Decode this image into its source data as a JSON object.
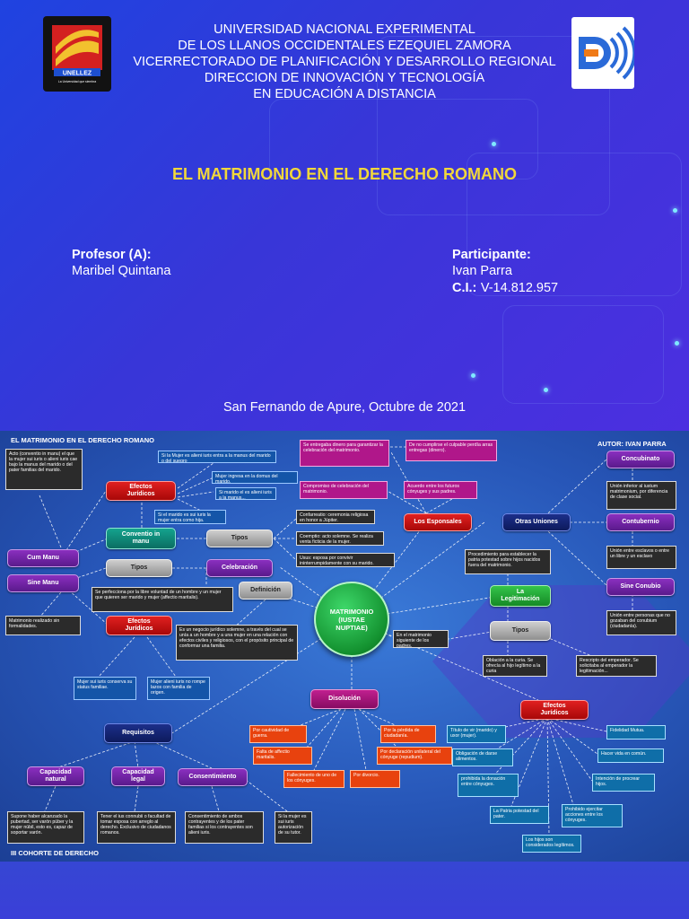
{
  "cover": {
    "header_lines": [
      "UNIVERSIDAD NACIONAL EXPERIMENTAL",
      "DE LOS LLANOS OCCIDENTALES EZEQUIEL ZAMORA",
      "VICERRECTORADO DE PLANIFICACIÓN Y DESARROLLO REGIONAL",
      "DIRECCION DE INNOVACIÓN Y TECNOLOGÍA",
      "EN EDUCACIÓN A DISTANCIA"
    ],
    "logo_left_text": "UNELLEZ",
    "logo_left_subtitle": "La Universidad que siembra",
    "title": "EL MATRIMONIO EN EL DERECHO ROMANO",
    "professor_label": "Profesor (A):",
    "professor_name": "Maribel Quintana",
    "participant_label": "Participante:",
    "participant_name": "Ivan Parra",
    "ci_label": "C.I.:",
    "ci_value": "V-14.812.957",
    "place_date": "San Fernando de Apure, Octubre de 2021",
    "colors": {
      "title": "#f2d83a",
      "background": "#2f3fdc"
    }
  },
  "map": {
    "header_left": "EL MATRIMONIO EN EL DERECHO ROMANO",
    "header_right": "AUTOR: IVAN PARRA",
    "footer_left": "III COHORTE DE DERECHO",
    "center": "MATRIMONIO\n(IUSTAE\nNUPTIAE)",
    "nodes": {
      "efectos_juridicos_1": "Efectos\nJurídicos",
      "conventio_in_manu": "Conventio in\nmanu",
      "tipos_1": "Tipos",
      "cum_manu": "Cum Manu",
      "tipos_2": "Tipos",
      "celebracion": "Celebración",
      "sine_manu": "Sine Manu",
      "definicion": "Definición",
      "efectos_juridicos_2": "Efectos\nJurídicos",
      "los_esponsales": "Los Esponsales",
      "otras_uniones": "Otras Uniones",
      "concubinato": "Concubinato",
      "contubernio": "Contubernio",
      "sine_conubio": "Sine Conubio",
      "la_legitimacion": "La\nLegitimación",
      "tipos_3": "Tipos",
      "disolucion": "Disolución",
      "efectos_juridicos_3": "Efectos\nJurídicos",
      "requisitos": "Requisitos",
      "capacidad_natural": "Capacidad\nnatural",
      "capacidad_legal": "Capacidad\nlegal",
      "consentimiento": "Consentimiento"
    },
    "boxes": {
      "acto": "Acto (conventio in manu) el que la mujer sui iuris o alieni iuris cae bajo la manus del marido o del pater familias del marido.",
      "si_mujer_sui": "Si la Mujer es alieni iuris entra a la manus del marido o del suegro",
      "mujer_ingresa": "Mujer ingresa en la domus del marido.",
      "si_marido_alieni": "Si marido el es alieni iuris a la manus...",
      "si_marido_sui": "Si el marido es sui iuris la mujer entra como hija.",
      "confarreatio": "Confarreatio: ceremonia religiosa en honor a Júpiter.",
      "coemptio": "Coemptio: acto solemne. Se realiza venta ficticia de la mujer.",
      "usus": "Usus: esposa por convivir ininterrumpidamente con su marido.",
      "se_perfecciona": "Se perfecciona por la libre voluntad de un hombre y un mujer que quieren ser marido y mujer (affectio maritalis).",
      "matrimonio_realizado": "Matrimonio realizado sin formalidades.",
      "es_negocio": "Es un negocio jurídico solemne, a través del cual se unía a un hombre y a una mujer en una relación con efectos civiles y religiosos, con el propósito principal de conformar una familia.",
      "mujer_sui_conserva": "Mujer sui iuris conserva su status familiae.",
      "mujer_alieni_no_rompe": "Mujer alieni iuris no rompe lazos con familia de origen.",
      "se_entregaba": "Se entregaba dinero para garantizar la celebración del matrimonio.",
      "de_no_cumplirse": "De no cumplirse el culpable perdía arras entregas (dinero).",
      "compromiso": "Compromiso de celebración del matrimonio.",
      "acuerdo": "Acuerdo entre los futuros cónyuges y sus padres.",
      "union_inferior": "Unión inferior al iustum matrimonium, por diferencia de clase social.",
      "union_esclavos": "Unión entre esclavos o entre un libre y un esclavo",
      "union_personas": "Unión entre personas que no gozaban del conubium (ciudadanía).",
      "procedimiento": "Procedimiento para establecer la patria potestad sobre hijos nacidos fuera del matrimonio.",
      "en_el_matrimonio": "En el matrimonio siguiente de los padres.",
      "oblacion": "Oblación a la curia. Se ofrecía al hijo legítimo a la curia",
      "rescripto": "Rescripto del emperador. Se solicitaba al emperador la legitimación...",
      "por_cautividad": "Por cautividad de guerra.",
      "falta_de_afecto": "Falta de affectio maritalis.",
      "fallecimiento": "Fallecimiento de uno de los cónyuges.",
      "por_perdida": "Por la pérdida de ciudadanía.",
      "por_declaracion": "Por declaración unilateral del cónyuge (repudium).",
      "por_divorcio": "Por divorcio.",
      "titulo_de_vir": "Título de vir (marido) y uxor (mujer).",
      "obligacion": "Obligación de darse alimentos.",
      "prohibida_donacion": "prohibida la donación entre cónyuges.",
      "patria_potestad": "La Patria potestad del pater.",
      "prohibido_ejercitar": "Prohibido ejercitar acciones entre los cónyuges.",
      "los_hijos": "Los hijos son considerados legítimos.",
      "fidelidad": "Fidelidad Mutua.",
      "hacer_vida": "Hacer vida en común.",
      "intencion": "Intención de procrear hijos.",
      "supone": "Supone haber alcanzado la pubertad, ser varón púber y la mujer núbil, esto es, capaz de soportar varón.",
      "tener_ius": "Tener el ius connubii o facultad de tomar esposa con arreglo al derecho. Exclusivo de ciudadanos romanos.",
      "consentimiento_ambos": "Consentimiento de ambos contrayentes y de los pater familias si los contrayentes son alieni iuris.",
      "si_la_mujer": "Si la mujer es sui iuris autorización de su tutor."
    }
  }
}
